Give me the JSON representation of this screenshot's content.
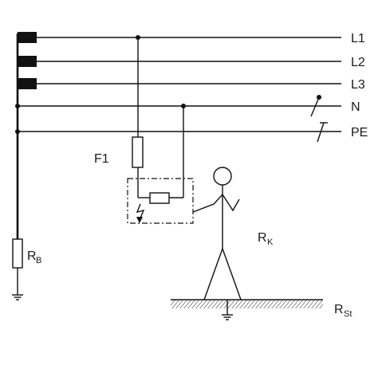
{
  "labels": {
    "l1": "L1",
    "l2": "L2",
    "l3": "L3",
    "n": "N",
    "pe": "PE",
    "f1": "F1",
    "rb_main": "R",
    "rb_sub": "B",
    "rk_main": "R",
    "rk_sub": "K",
    "rst_main": "R",
    "rst_sub": "St"
  },
  "colors": {
    "line": "#111111",
    "text": "#1a1a1a",
    "background": "#ffffff"
  }
}
